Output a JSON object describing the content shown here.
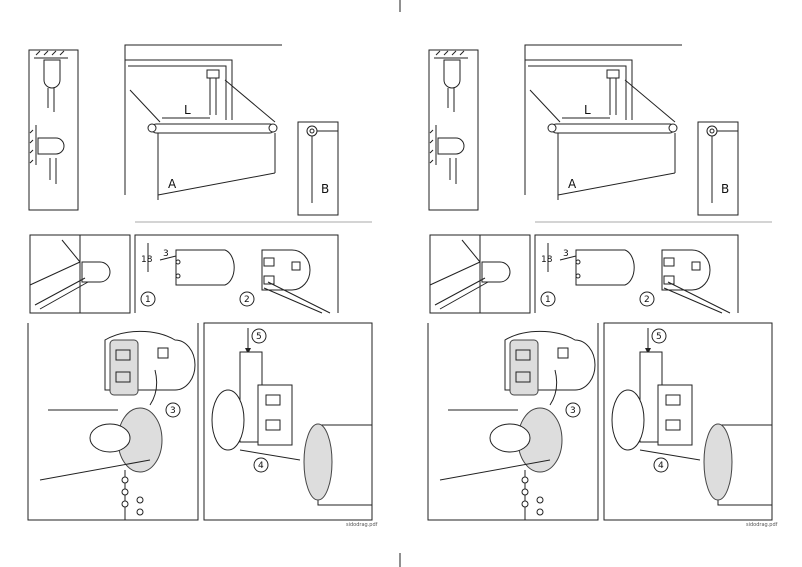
{
  "labels": {
    "length": "L",
    "a": "A",
    "b": "B",
    "dim_18": "18",
    "dim_3": "3",
    "step1": "1",
    "step2": "2",
    "step3": "3",
    "step4": "4",
    "step5": "5",
    "footer": "sidodrag.pdf"
  }
}
